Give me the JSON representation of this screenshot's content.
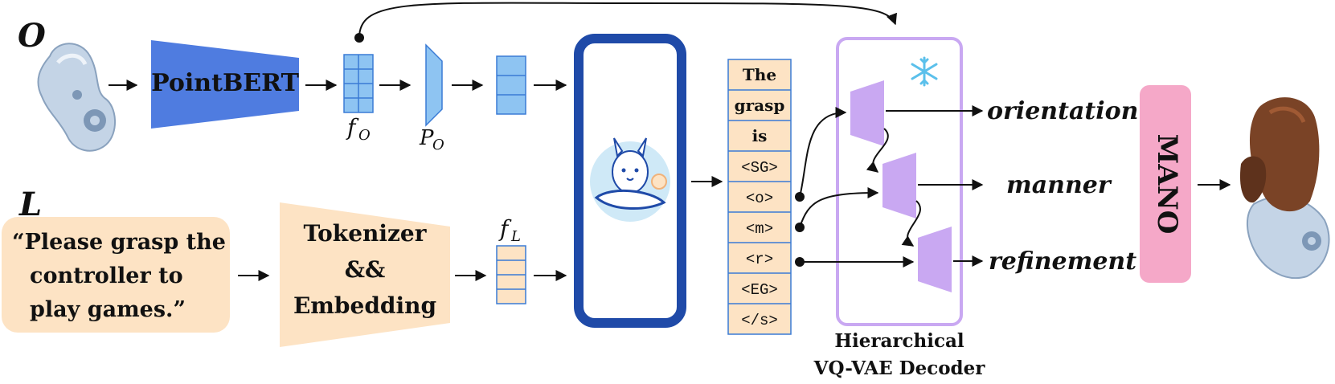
{
  "labels": {
    "object_symbol": "O",
    "language_symbol": "L",
    "pointbert": "PointBERT",
    "feature_object": "f",
    "feature_object_sub": "O",
    "projector": "P",
    "projector_sub": "O",
    "feature_language": "f",
    "feature_language_sub": "L",
    "instruction_line1": "“Please grasp the",
    "instruction_line2": "controller to",
    "instruction_line3": "play games.”",
    "tokenizer_line1": "Tokenizer",
    "tokenizer_line2": "&&",
    "tokenizer_line3": "Embedding",
    "decoder_line1": "Hierarchical",
    "decoder_line2": "VQ-VAE Decoder",
    "out_orientation": "orientation",
    "out_manner": "manner",
    "out_refinement": "refinement",
    "mano": "MANO"
  },
  "tokens": [
    "The",
    "grasp",
    "is",
    "<SG>",
    "<o>",
    "<m>",
    "<r>",
    "<EG>",
    "</s>"
  ],
  "icons": {
    "llm": "llama-icon",
    "frozen": "snowflake-icon",
    "object": "game-controller-object",
    "hand": "hand-grasping-controller"
  },
  "colors": {
    "pointbert": "#4f7ce0",
    "feature_blue": "#8ec4f2",
    "token_peach": "#fde3c4",
    "llm_border": "#1f4aa8",
    "decoder_purple": "#c9a8f2",
    "mano_pink": "#f5a8c8"
  }
}
